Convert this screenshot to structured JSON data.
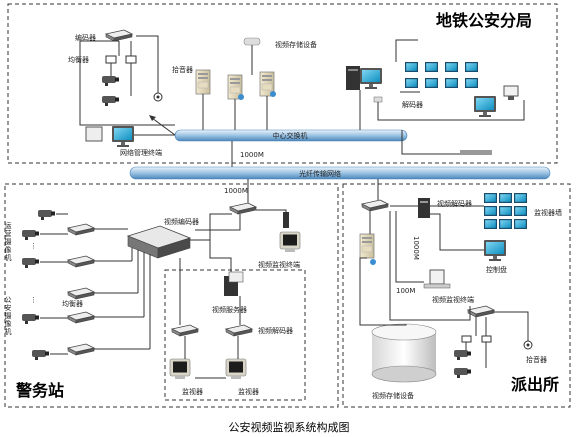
{
  "regions": {
    "hq_title": "地铁公安分局",
    "police_title": "警务站",
    "station_title": "派出所"
  },
  "caption": "公安视频监视系统构成图",
  "hq": {
    "encoder": "编码器",
    "balancer": "均衡器",
    "pickup": "拾音器",
    "storage": "视频存储设备",
    "decoder": "解码器",
    "core_switch": "中心交换机",
    "mgmt": "网络管理终端",
    "uplink": "1000M"
  },
  "backbone": "光纤传输网络",
  "police": {
    "uplink": "1000M",
    "video_encoder": "视频编码器",
    "view_terminal": "视频监视终端",
    "ops_cameras": "运营摄像机",
    "police_cameras": "公安摄像机",
    "balancer": "均衡器",
    "video_server": "视频服务器",
    "video_decoder": "视频解码器",
    "monitor_a": "监视器",
    "monitor_b": "监视器"
  },
  "station": {
    "video_decoder": "视频解码器",
    "monitor_wall": "监视器墙",
    "uplink": "1000M",
    "uplink2": "100M",
    "console": "控制盘",
    "view_terminal": "视频监视终端",
    "storage": "视频存储设备",
    "pickup": "拾音器"
  },
  "colors": {
    "pipe": "#5d98c8",
    "pipe_light": "#cfe3f3",
    "screen": "#18a9d6",
    "device": "#444"
  }
}
